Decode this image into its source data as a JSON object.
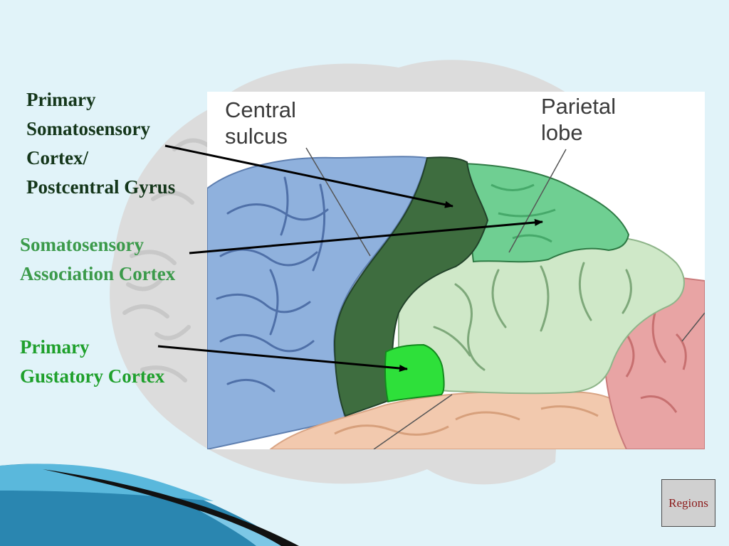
{
  "labels": {
    "primary_somatosensory": [
      "Primary",
      "Somatosensory",
      "Cortex/",
      "Postcentral Gyrus"
    ],
    "association": [
      "Somatosensory",
      "Association Cortex"
    ],
    "gustatory": [
      "Primary",
      "Gustatory Cortex"
    ]
  },
  "figure": {
    "central_sulcus": [
      "Central",
      "sulcus"
    ],
    "parietal_lobe": [
      "Parietal",
      "lobe"
    ]
  },
  "buttons": {
    "regions": "Regions"
  },
  "colors": {
    "background": "#e1f3f9",
    "frontal_lobe": "#8fb1dd",
    "postcentral_gyrus": "#3e6d3f",
    "parietal_association": "#6fcf92",
    "parietal_lobe": "#cfe8c8",
    "gustatory": "#2ee03a",
    "occipital": "#e8a4a4",
    "temporal": "#f2c9ae",
    "label_dark_green": "#14361a",
    "label_green": "#3b9a4a",
    "label_bright_green": "#1fa02c",
    "regions_text": "#8b1a1a"
  }
}
